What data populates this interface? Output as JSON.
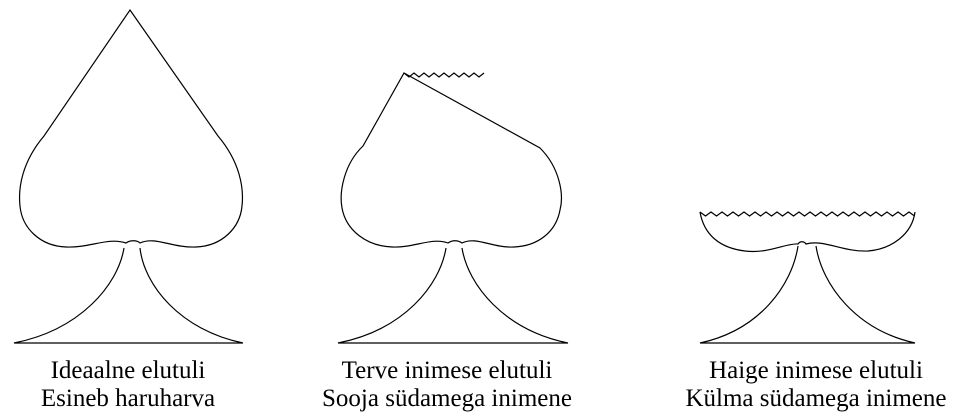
{
  "figures": [
    {
      "line1": "Ideaalne elutuli",
      "line2": "Esineb haruharva"
    },
    {
      "line1": "Terve inimese elutuli",
      "line2": "Sooja südamega inimene"
    },
    {
      "line1": "Haige inimese elutuli",
      "line2": "Külma südamega inimene"
    }
  ],
  "colors": {
    "stroke": "#000000",
    "background": "#ffffff"
  }
}
